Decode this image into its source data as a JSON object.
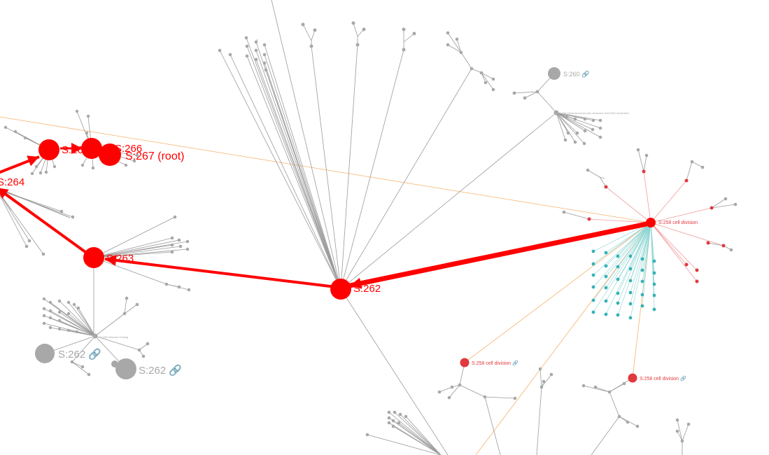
{
  "colors": {
    "path": "#ff0000",
    "edge": "#9a9a9a",
    "edge_light": "#bdbdbd",
    "node": "#a8a8a8",
    "cell_division": "#e0393e",
    "cell_division_edge": "#f19a9c",
    "teal": "#35b2b6",
    "teal_edge": "#88d3d2",
    "orange": "#f5b26b"
  },
  "labels": {
    "s264": "S:264",
    "s265": "S:265",
    "s266": "S:266",
    "s267_root": "S:267 (root)",
    "s263": "S:263",
    "s262": "S:262",
    "s262_link_a": "S:262 🔗",
    "s262_link_b": "S:262 🔗",
    "s260": "S:260 🔗",
    "s258_main": "S:258 cell division",
    "s258_link_a": "S:258 cell division 🔗",
    "s258_link_b": "S:258 cell division 🔗",
    "s258_helicase": "S:258 helicase binding",
    "s258_replication": "S:258 bidirectional double-stranded viral DNA replication"
  }
}
